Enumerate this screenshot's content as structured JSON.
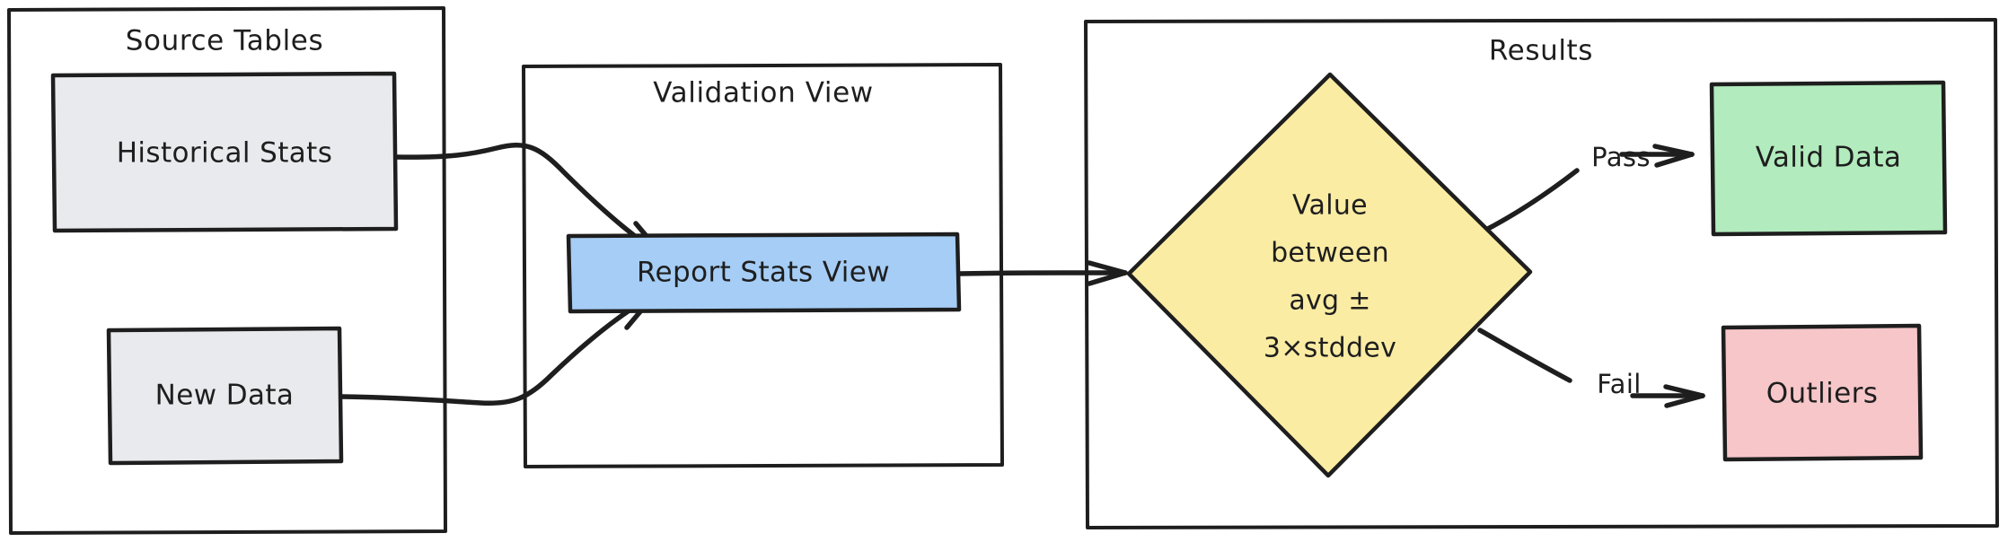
{
  "diagram": {
    "title": "Data validation flow",
    "style": "hand-drawn flowchart",
    "background": "#ffffff",
    "stroke_color": "#1e1e1e",
    "groups": [
      {
        "id": "source-tables",
        "title": "Source Tables",
        "fill": "#ffffff",
        "stroke": "#1e1e1e"
      },
      {
        "id": "validation-view",
        "title": "Validation View",
        "fill": "#ffffff",
        "stroke": "#1e1e1e"
      },
      {
        "id": "results",
        "title": "Results",
        "fill": "#ffffff",
        "stroke": "#1e1e1e"
      }
    ],
    "nodes": [
      {
        "id": "historical-stats",
        "label": "Historical Stats",
        "shape": "rectangle",
        "fill": "#e8eaed",
        "stroke": "#1e1e1e",
        "group": "source-tables"
      },
      {
        "id": "new-data",
        "label": "New Data",
        "shape": "rectangle",
        "fill": "#e8eaed",
        "stroke": "#1e1e1e",
        "group": "source-tables"
      },
      {
        "id": "report-stats-view",
        "label": "Report Stats View",
        "shape": "rectangle",
        "fill": "#a5cdf5",
        "stroke": "#1e1e1e",
        "group": "validation-view"
      },
      {
        "id": "decision",
        "label_lines": [
          "Value",
          "between",
          "avg ±",
          "3×stddev"
        ],
        "shape": "diamond",
        "fill": "#fbeca4",
        "stroke": "#1e1e1e",
        "group": "results"
      },
      {
        "id": "valid-data",
        "label": "Valid Data",
        "shape": "rectangle",
        "fill": "#b2ebbd",
        "stroke": "#1e1e1e",
        "group": "results"
      },
      {
        "id": "outliers",
        "label": "Outliers",
        "shape": "rectangle",
        "fill": "#f6c6c9",
        "stroke": "#1e1e1e",
        "group": "results"
      }
    ],
    "edges": [
      {
        "id": "edge-hist-to-report",
        "from": "historical-stats",
        "to": "report-stats-view",
        "label": ""
      },
      {
        "id": "edge-new-to-report",
        "from": "new-data",
        "to": "report-stats-view",
        "label": ""
      },
      {
        "id": "edge-report-to-decision",
        "from": "report-stats-view",
        "to": "decision",
        "label": ""
      },
      {
        "id": "edge-decision-pass",
        "from": "decision",
        "to": "valid-data",
        "label": "Pass"
      },
      {
        "id": "edge-decision-fail",
        "from": "decision",
        "to": "outliers",
        "label": "Fail"
      }
    ]
  }
}
